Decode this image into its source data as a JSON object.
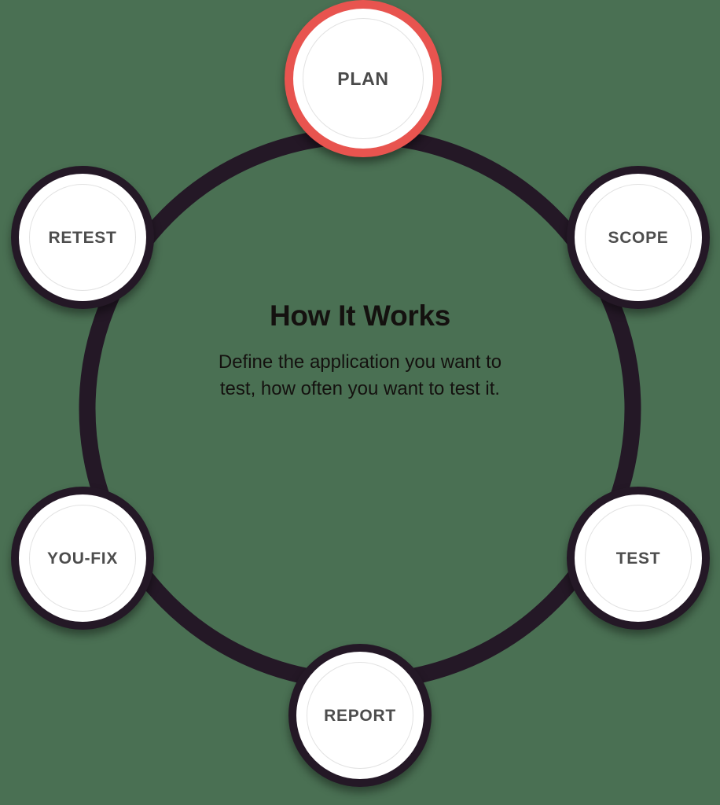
{
  "diagram": {
    "type": "cycle",
    "background_color": "#4a7053",
    "ring_color": "#241826",
    "accent_color": "#e8544f",
    "node_fill_color": "#ffffff",
    "node_label_color": "#4d4d4d",
    "center": {
      "title": "How It Works",
      "description": "Define the application you want to test, how often you want to test it."
    },
    "nodes": [
      {
        "id": "plan",
        "label": "PLAN",
        "position": "top",
        "active": true
      },
      {
        "id": "scope",
        "label": "SCOPE",
        "position": "upper-right",
        "active": false
      },
      {
        "id": "test",
        "label": "TEST",
        "position": "lower-right",
        "active": false
      },
      {
        "id": "report",
        "label": "REPORT",
        "position": "bottom",
        "active": false
      },
      {
        "id": "youfix",
        "label": "YOU-FIX",
        "position": "lower-left",
        "active": false
      },
      {
        "id": "retest",
        "label": "RETEST",
        "position": "upper-left",
        "active": false
      }
    ]
  }
}
